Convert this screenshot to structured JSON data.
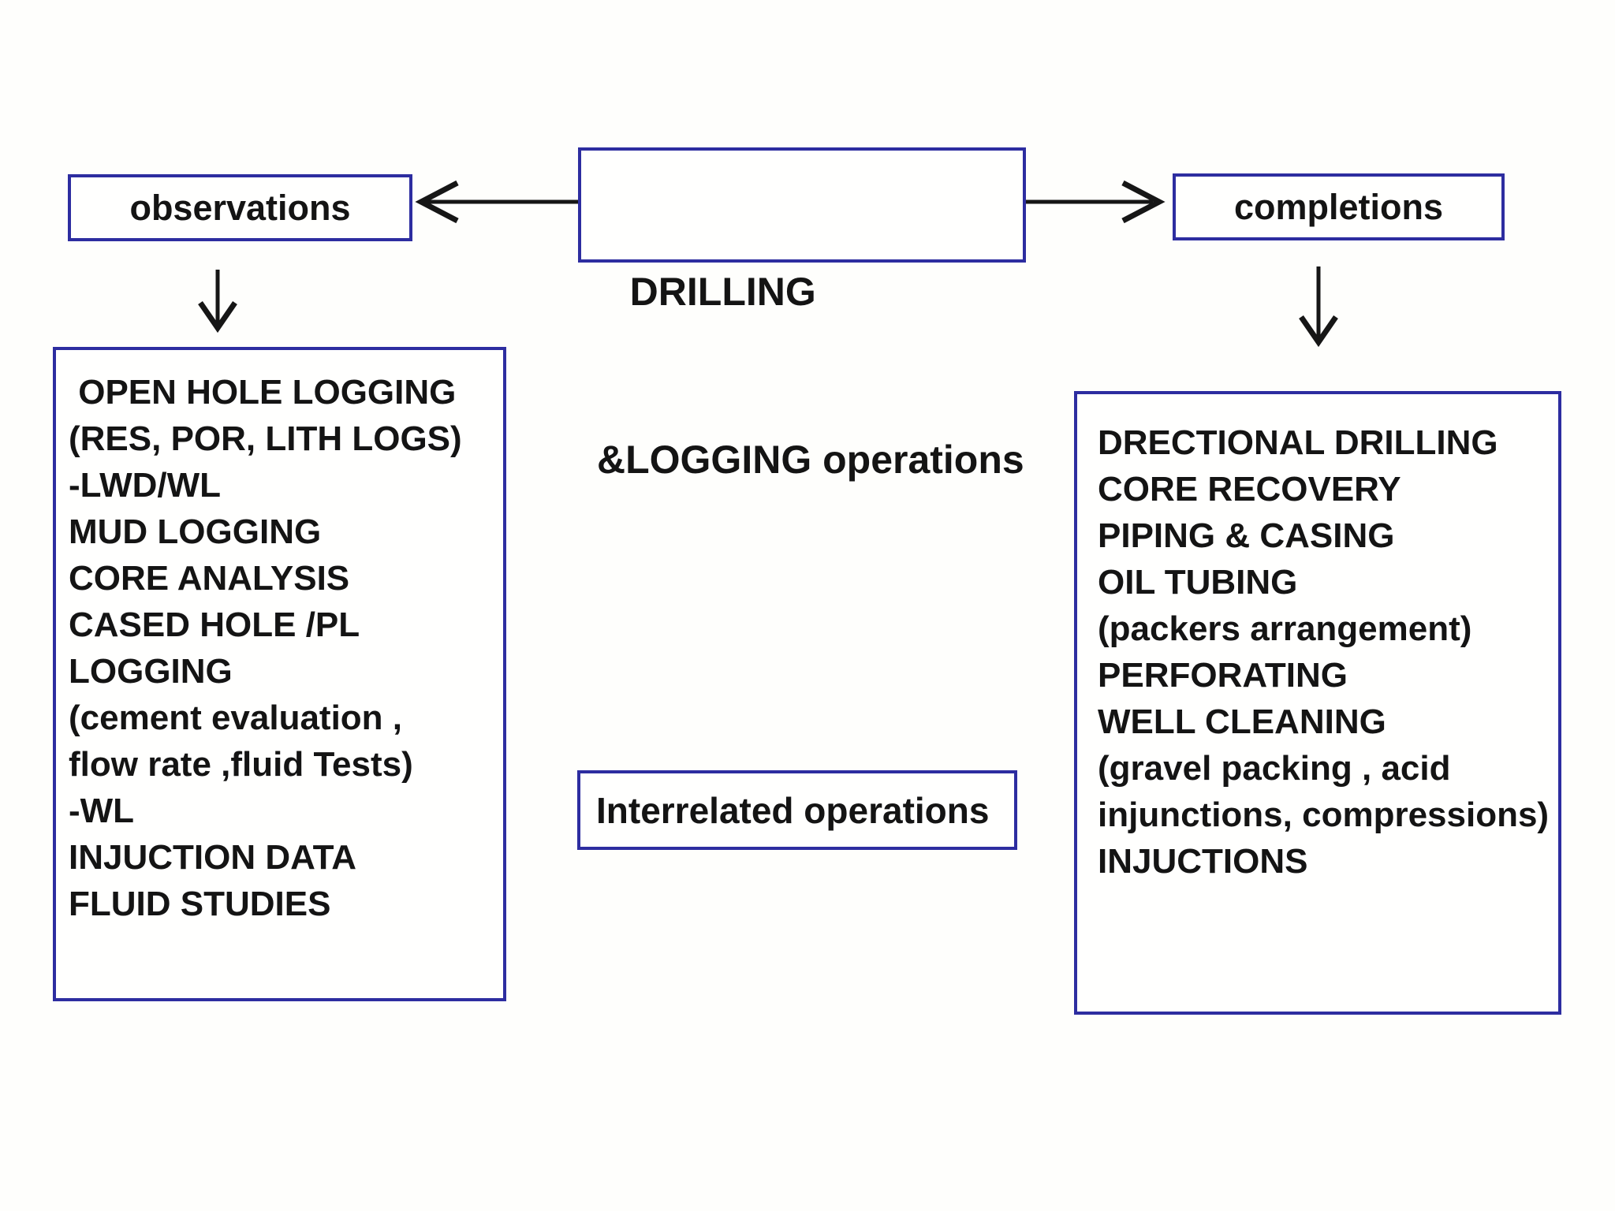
{
  "colors": {
    "box_border": "#2d2da0",
    "text": "#141414",
    "arrow": "#161616",
    "background": "#ffffff"
  },
  "top": {
    "drilling_box": {
      "line1": "   DRILLING",
      "line2": "&LOGGING operations"
    },
    "observations_label": "observations",
    "completions_label": "completions"
  },
  "center": {
    "interrelated_label": "Interrelated operations"
  },
  "left_panel": {
    "lines": [
      " OPEN HOLE LOGGING",
      "(RES, POR, LITH LOGS)",
      "-LWD/WL",
      "MUD LOGGING",
      "CORE ANALYSIS",
      "CASED HOLE /PL",
      "LOGGING",
      "(cement evaluation ,",
      "flow rate ,fluid Tests)",
      "-WL",
      "INJUCTION DATA",
      "FLUID STUDIES"
    ]
  },
  "right_panel": {
    "lines": [
      "DRECTIONAL DRILLING",
      "CORE RECOVERY",
      "PIPING & CASING",
      "OIL TUBING",
      "(packers arrangement)",
      "PERFORATING",
      "WELL CLEANING",
      "(gravel packing , acid",
      "injunctions, compressions)",
      "INJUCTIONS"
    ]
  }
}
